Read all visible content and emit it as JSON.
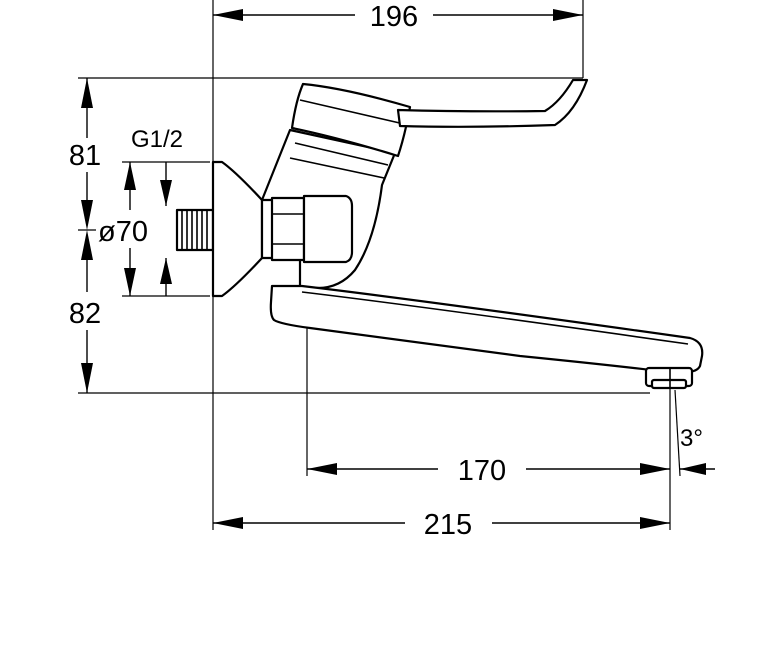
{
  "dimensions": {
    "overall_width": "196",
    "height_upper": "81",
    "height_lower": "82",
    "thread": "G1/2",
    "rosette_diameter": "ø70",
    "spout_reach": "170",
    "projection": "215",
    "angle": "3°"
  }
}
